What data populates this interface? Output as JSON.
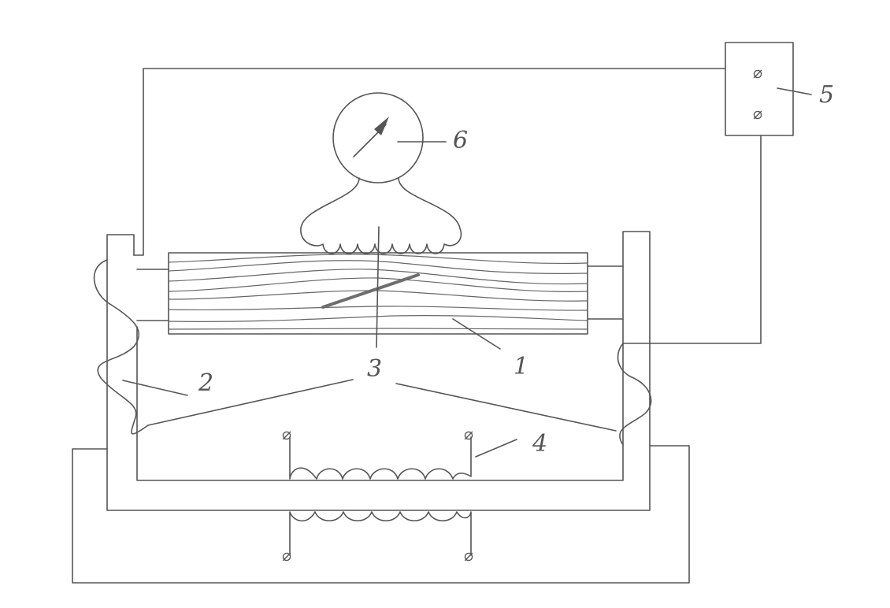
{
  "labels": {
    "specimen": "1",
    "electrode": "2",
    "needle": "3",
    "heater_coil": "4",
    "power_box": "5",
    "meter": "6"
  },
  "terminal_symbol": "⌀"
}
